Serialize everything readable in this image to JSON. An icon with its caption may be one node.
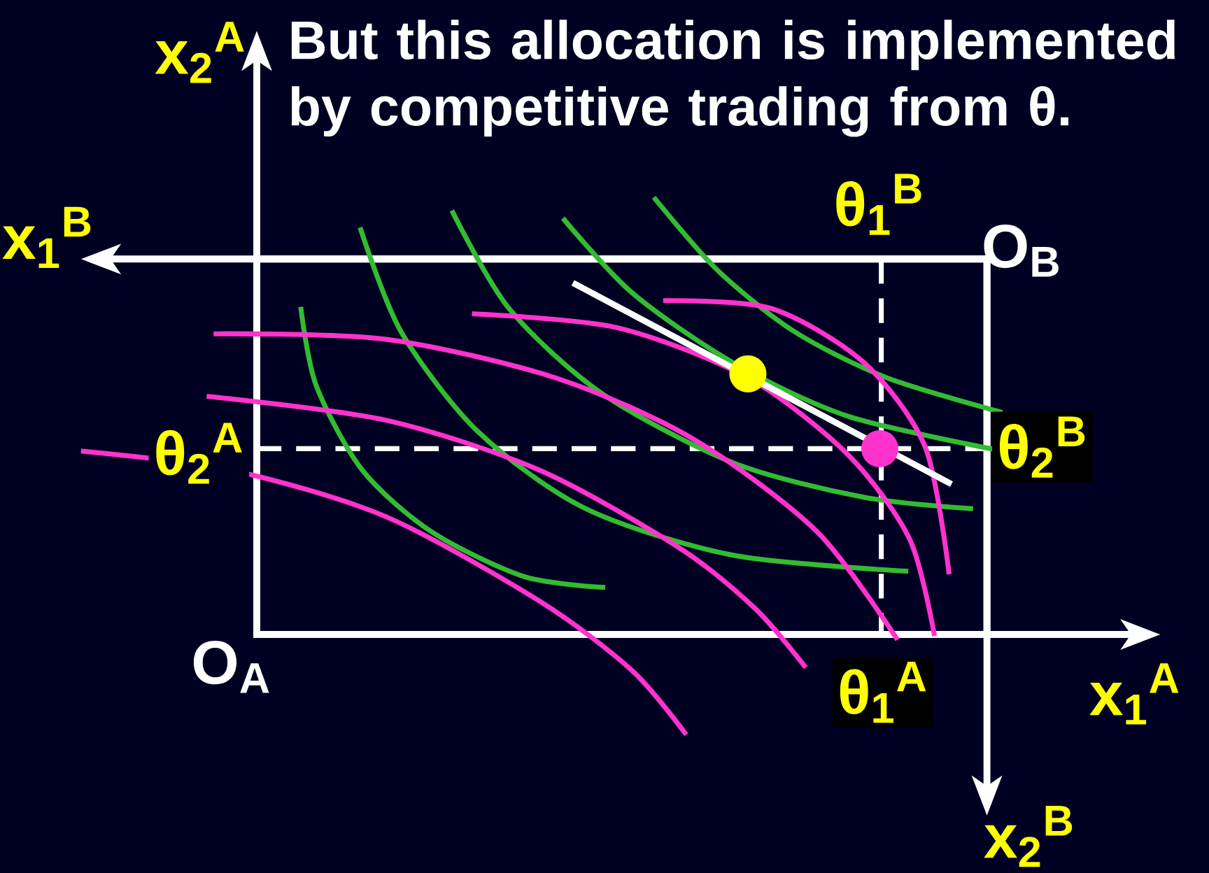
{
  "diagram": {
    "title": "But this allocation is implemented by competitive trading from θ.",
    "labels": [
      "x$_{2}$$^{A}$",
      "x$_{1}$$^{B}$",
      "θ$_{1}$$^{B}$",
      "O$_{B}$",
      "θ$_{2}$$^{A}$",
      "θ$_{2}$$^{B}$",
      "O$_{A}$",
      "θ$_{1}$$^{A}$",
      "x$_{1}$$^{A}$",
      "x$_{2}$$^{B}$"
    ]
  }
}
